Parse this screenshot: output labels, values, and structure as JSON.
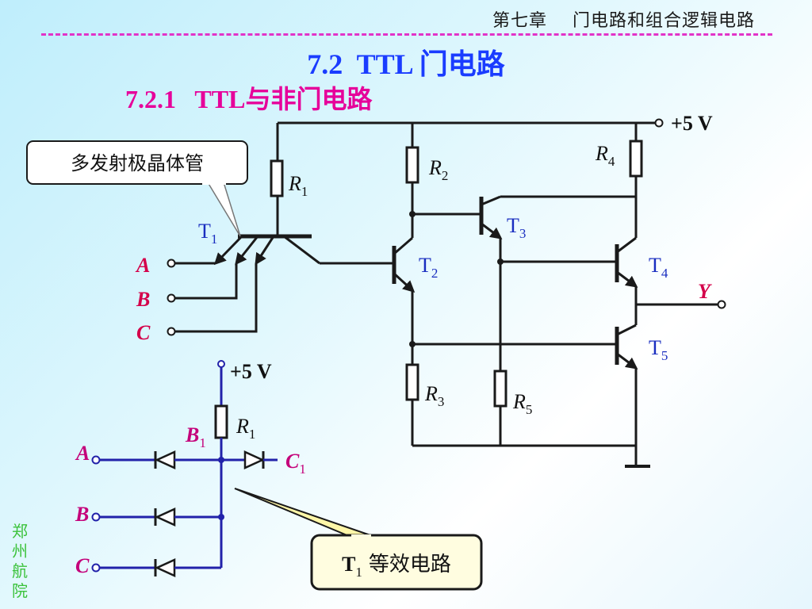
{
  "header": {
    "chapter": "第七章    门电路和组合逻辑电路"
  },
  "title": "7.2  TTL 门电路",
  "subtitle": "7.2.1   TTL与非门电路",
  "side_label": "郑州航院",
  "circuit": {
    "supply": "+5 V",
    "callout_transistor": "多发射极晶体管",
    "r1": "R",
    "r1_sub": "1",
    "r2": "R",
    "r2_sub": "2",
    "r3": "R",
    "r3_sub": "3",
    "r4": "R",
    "r4_sub": "4",
    "r5": "R",
    "r5_sub": "5",
    "t1": "T",
    "t1_sub": "1",
    "t2": "T",
    "t2_sub": "2",
    "t3": "T",
    "t3_sub": "3",
    "t4": "T",
    "t4_sub": "4",
    "t5": "T",
    "t5_sub": "5",
    "input_a": "A",
    "input_b": "B",
    "input_c": "C",
    "output_y": "Y"
  },
  "equivalent": {
    "supply": "+5 V",
    "r1": "R",
    "r1_sub": "1",
    "b1": "B",
    "b1_sub": "1",
    "c1": "C",
    "c1_sub": "1",
    "input_a": "A",
    "input_b": "B",
    "input_c": "C",
    "callout": "等效电路",
    "callout_t": "T",
    "callout_sub": "1"
  },
  "colors": {
    "title": "#1a3cff",
    "subtitle": "#e6009a",
    "header_line": "#e233c8",
    "side_label": "#3bc23b",
    "callout_border": "#1a1a1a",
    "callout_bg": "#fffde0",
    "callout_pointer": "#fff7a8"
  }
}
